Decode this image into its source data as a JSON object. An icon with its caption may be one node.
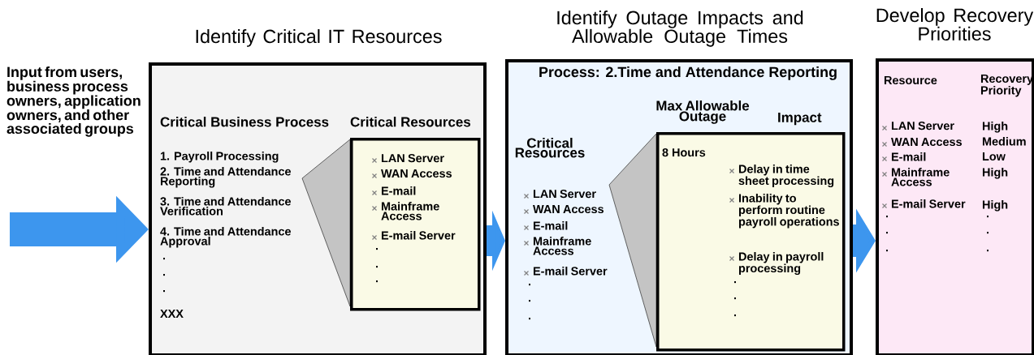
{
  "diagram": {
    "nodes": [
      {
        "text": [
          "Identify Critical IT Resources",
          "Critical Business Process",
          "Critical Resources",
          "1. Payroll Processing",
          "2. Time and Attendance Reporting",
          "3. Time and Attendance Verification",
          "4. Time and Attendance Approval",
          ".",
          ".",
          ".",
          "XXX"
        ]
      },
      {
        "text": [
          "LAN Server",
          "WAN Access",
          "E-mail",
          "Mainframe Access",
          "E-mail Server",
          ".",
          ".",
          "."
        ],
        "in": 0
      },
      {
        "text": [
          "Identify Outage Impacts and Allowable Outage Times",
          "Process: 2.Time and Attendance Reporting",
          "Max Allowable Outage",
          "Impact",
          "Critical Resources",
          "LAN Server",
          "WAN Access",
          "E-mail",
          "Mainframe Access",
          "E-mail Server",
          ".",
          ".",
          "."
        ]
      },
      {
        "text": [
          "8 Hours",
          "Delay in time sheet processing",
          "Inability to perform routine payroll operations",
          "Delay in payroll processing",
          ".",
          ".",
          "."
        ],
        "in": 2
      },
      {
        "text": [
          "Develop Recovery Priorities",
          "Resource",
          "Recovery Priority",
          "LAN Server",
          "WAN Access",
          "E-mail",
          "Mainframe Access",
          "E-mail Server",
          "High",
          "Medium",
          "Low",
          "High",
          "High",
          ".",
          ".",
          ".",
          ".",
          ".",
          "."
        ]
      }
    ],
    "edges": [
      {
        "from": null,
        "to": 0,
        "arrow": "to"
      },
      {
        "from": 0,
        "to": 2,
        "arrow": "to"
      },
      {
        "from": 2,
        "to": 4,
        "arrow": "to"
      }
    ],
    "labels": [
      "Input from users, business process owners, application owners, and other associated groups"
    ]
  }
}
